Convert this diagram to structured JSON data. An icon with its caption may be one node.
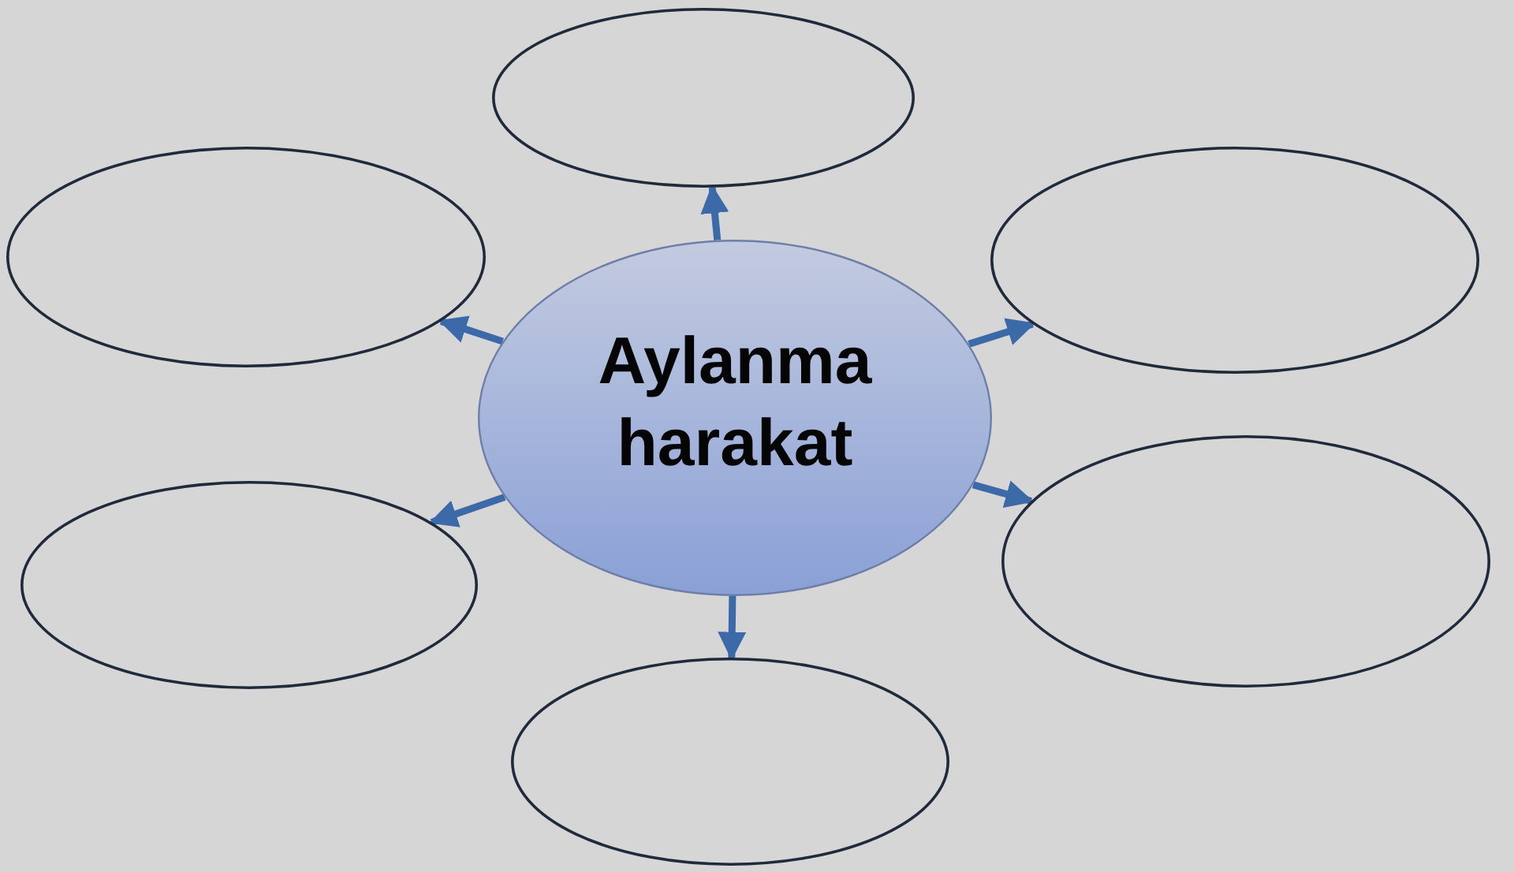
{
  "diagram": {
    "nodes": [
      {
        "text": [],
        "shape": "ellipse"
      },
      {
        "text": [],
        "shape": "ellipse"
      },
      {
        "text": [],
        "shape": "ellipse"
      },
      {
        "text": [
          "Aylanma harakat"
        ]
      },
      {
        "text": [],
        "shape": "ellipse"
      },
      {
        "text": [],
        "shape": "ellipse"
      },
      {
        "text": [],
        "shape": "ellipse"
      }
    ],
    "edges": [
      {
        "from": 3,
        "to": 0,
        "arrow": "to"
      },
      {
        "from": 3,
        "to": 1,
        "arrow": "to"
      },
      {
        "from": 3,
        "to": 2,
        "arrow": "to"
      },
      {
        "from": 3,
        "to": 4,
        "arrow": "to"
      },
      {
        "from": 3,
        "to": 5,
        "arrow": "to"
      },
      {
        "from": 3,
        "to": 6,
        "arrow": "to"
      }
    ]
  }
}
